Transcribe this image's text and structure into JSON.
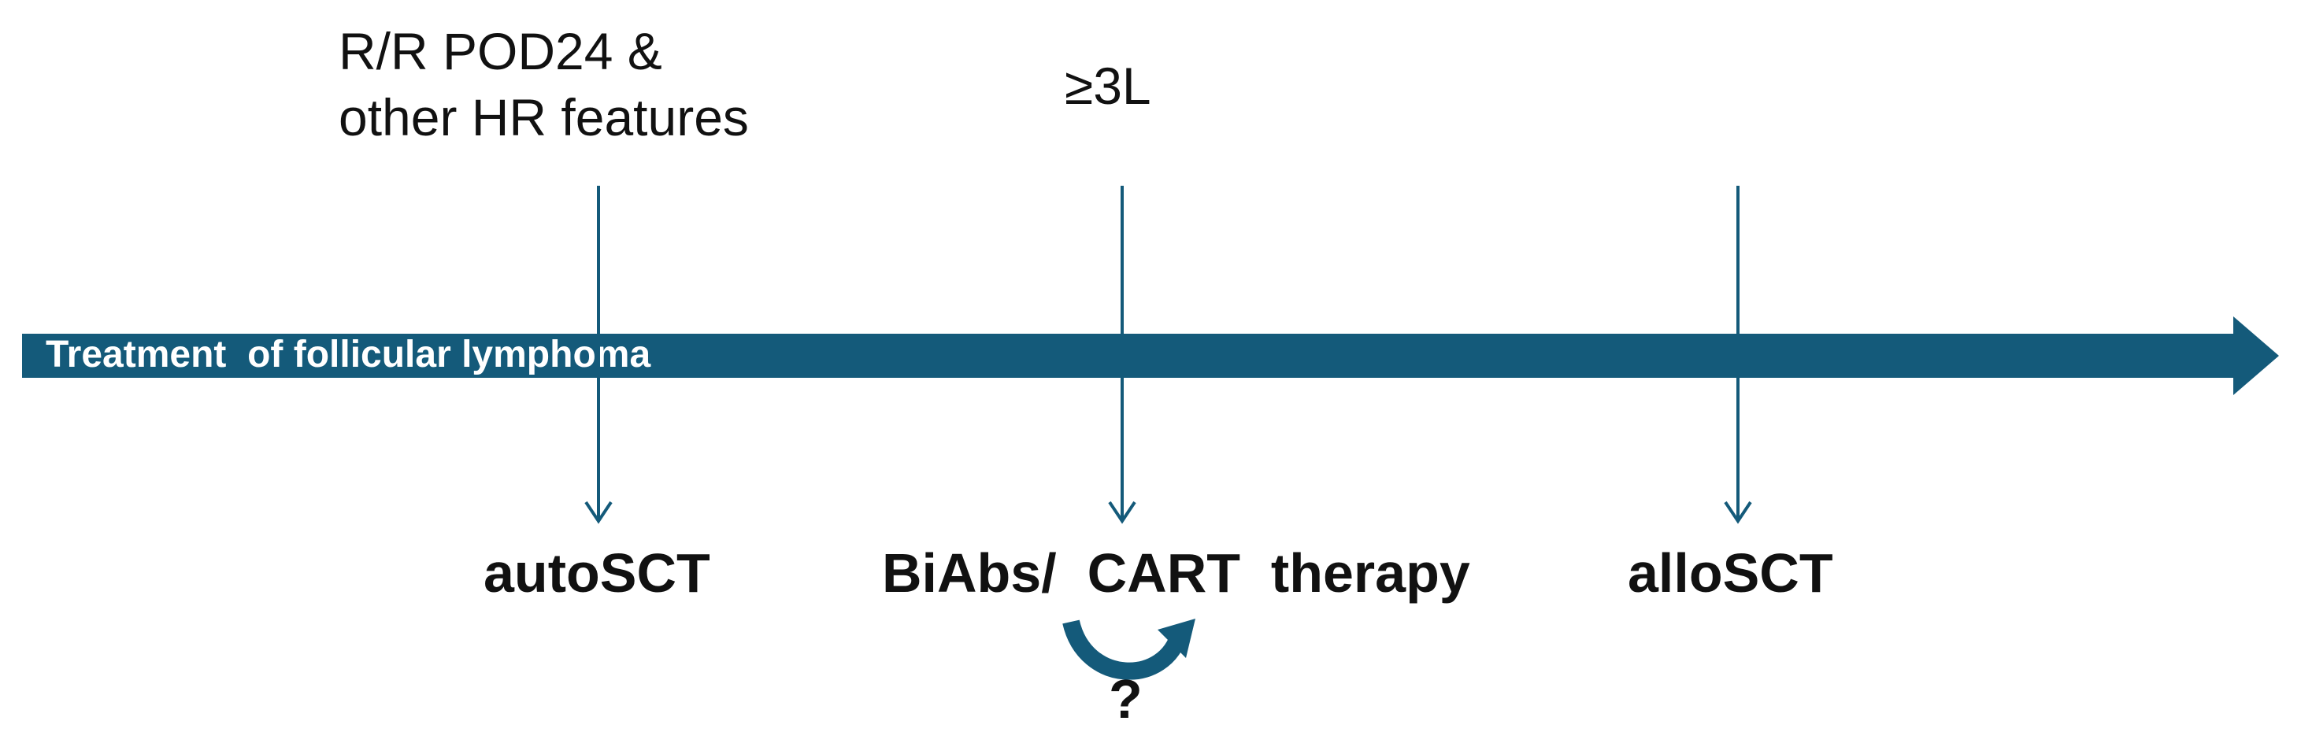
{
  "timeline": {
    "label": "Treatment  of follicular lymphoma",
    "color": "#145a7a"
  },
  "indications": {
    "first_line1": "R/R POD24 &",
    "first_line2": "other HR features",
    "second": "≥3L"
  },
  "therapies": {
    "auto_sct": "autoSCT",
    "bispecific_cart": "BiAbs/  CART  therapy",
    "allo_sct": "alloSCT"
  },
  "sequence": {
    "question": "?"
  },
  "colors": {
    "arrow": "#145a7a",
    "text": "#111111"
  }
}
